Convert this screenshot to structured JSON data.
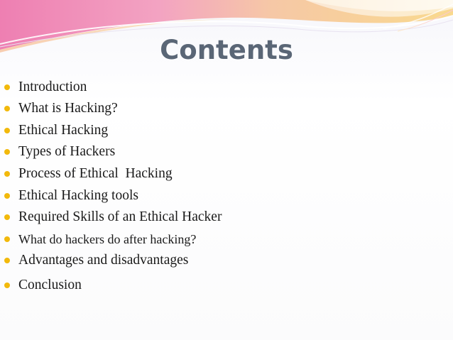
{
  "slide": {
    "title": "Contents",
    "bullet_color": "#f2b90b",
    "items": [
      {
        "label": "Introduction"
      },
      {
        "label": "What is Hacking?"
      },
      {
        "label": "Ethical Hacking"
      },
      {
        "label": "Types of Hackers"
      },
      {
        "label": "Process of Ethical  Hacking"
      },
      {
        "label": "Ethical Hacking tools"
      },
      {
        "label": "Required Skills of an Ethical Hacker"
      },
      {
        "label": "What do hackers do after hacking?"
      },
      {
        "label": "Advantages and disadvantages"
      },
      {
        "label": "Conclusion"
      }
    ]
  }
}
